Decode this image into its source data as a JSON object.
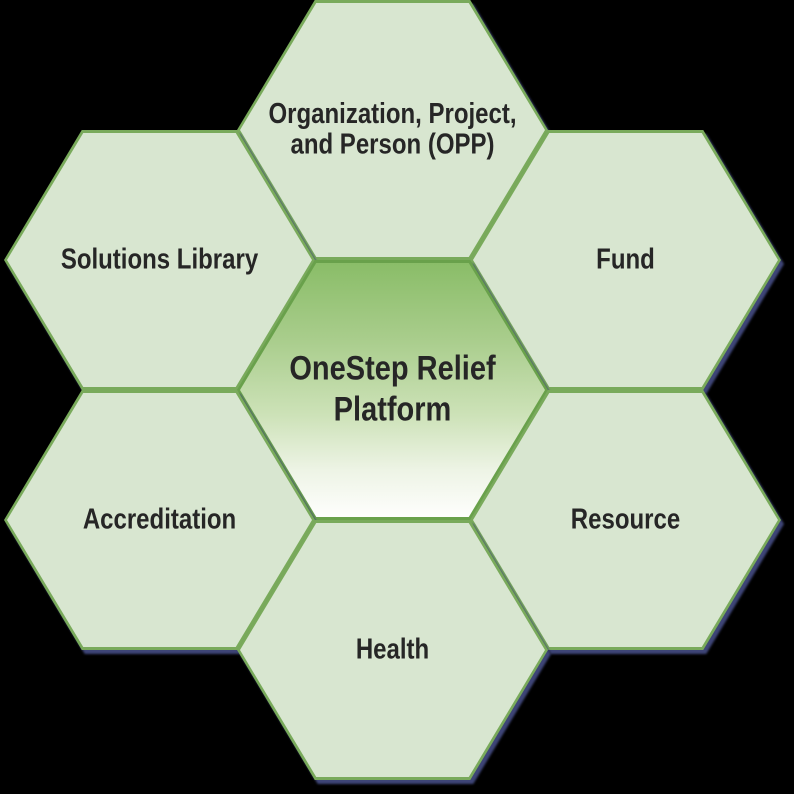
{
  "diagram": {
    "hexagons": {
      "center": {
        "label": "OneStep Relief\nPlatform"
      },
      "opp": {
        "label": "Organization, Project,\nand Person (OPP)"
      },
      "fund": {
        "label": "Fund"
      },
      "resource": {
        "label": "Resource"
      },
      "health": {
        "label": "Health"
      },
      "accreditation": {
        "label": "Accreditation"
      },
      "solutions_library": {
        "label": "Solutions Library"
      }
    },
    "colors": {
      "background": "#000000",
      "satellite_fill": "#d8e6d0",
      "satellite_border": "#79aa5b",
      "center_border": "#69a14b",
      "center_gradient_top": "#8abd68",
      "center_gradient_bottom": "#fefefd",
      "drop_shadow": "#3e4577",
      "text": "#262626"
    }
  }
}
